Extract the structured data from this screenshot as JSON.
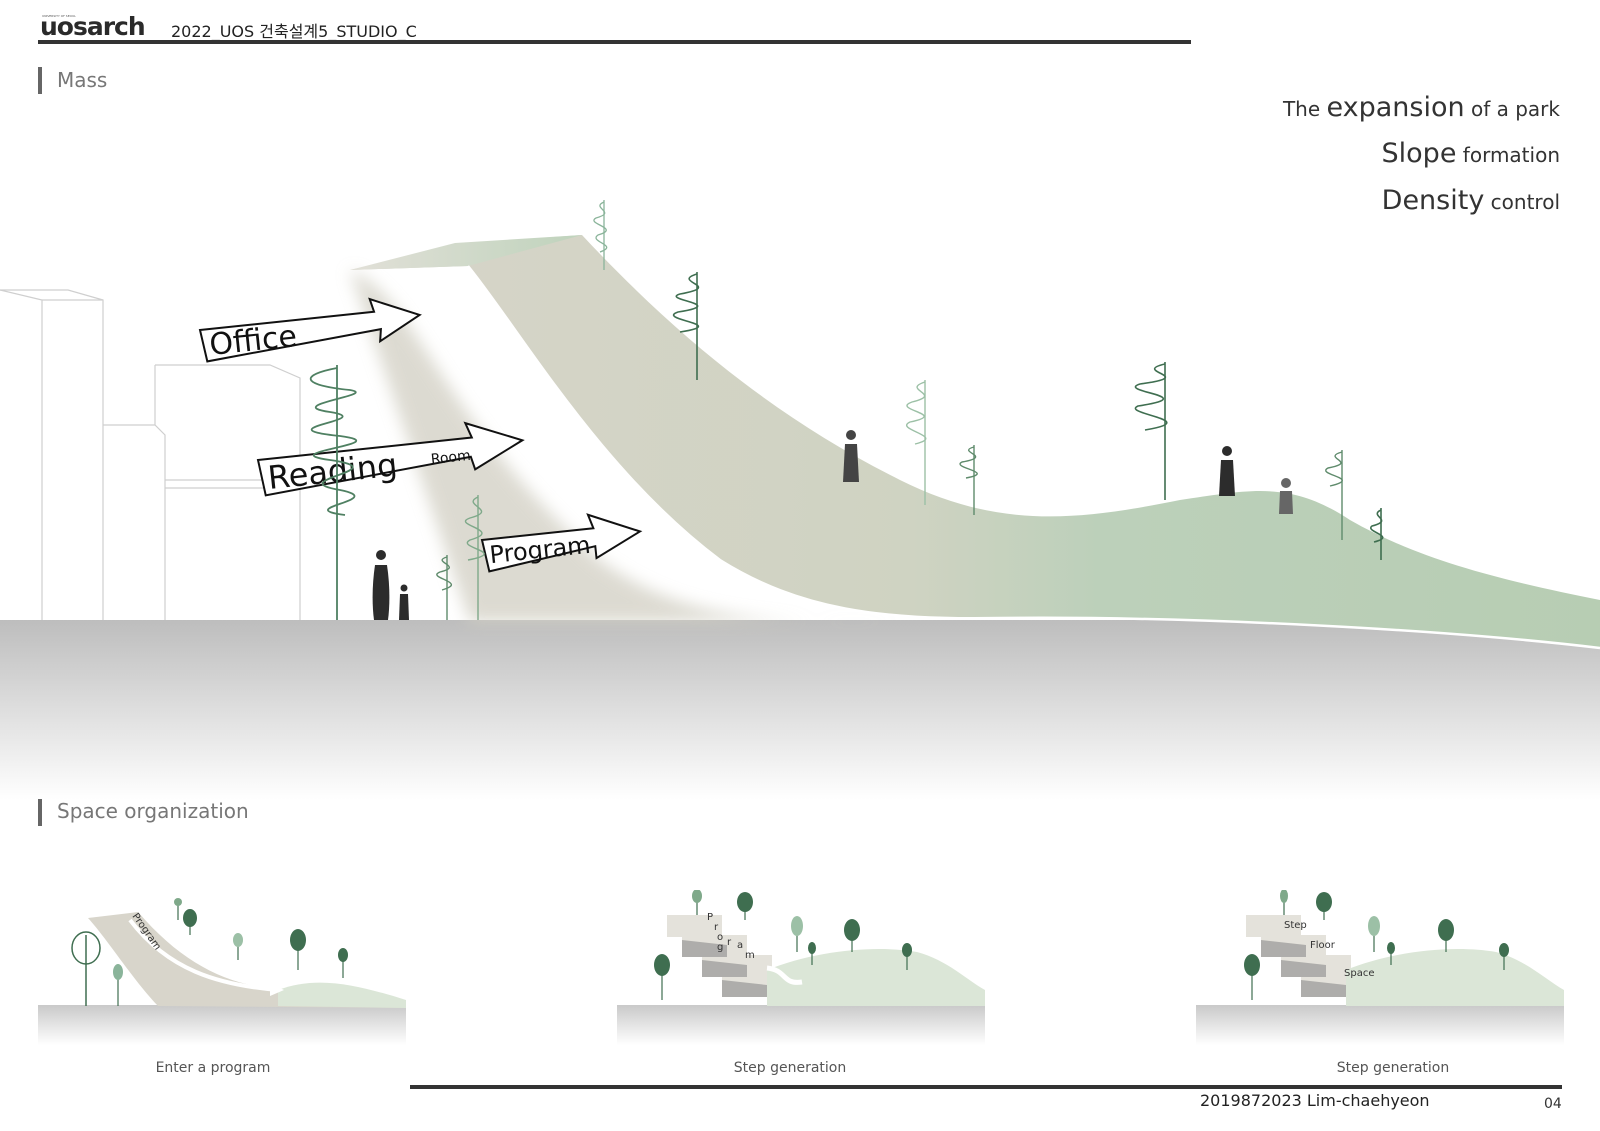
{
  "header": {
    "logo": "uosarch",
    "logo_small": "UNIVERSITY OF SEOUL",
    "title": "2022_UOS 건축설계5_STUDIO_C"
  },
  "sections": {
    "mass": "Mass",
    "space": "Space organization"
  },
  "concepts": [
    {
      "pre": "The ",
      "big": "expansion",
      "post": " of a park"
    },
    {
      "pre": "",
      "big": "Slope",
      "post": " formation"
    },
    {
      "pre": "",
      "big": "Density",
      "post": " control"
    }
  ],
  "mass_labels": {
    "office": "Office",
    "reading": "Reading",
    "room": "Room",
    "program": "Program"
  },
  "diagram_labels": {
    "d1_program": "Program",
    "d2_letters": [
      "P",
      "r",
      "o",
      "g",
      "r",
      "a",
      "m"
    ],
    "d3_step": "Step",
    "d3_floor": "Floor",
    "d3_space": "Space"
  },
  "captions": [
    "Enter a program",
    "Step generation",
    "Step generation"
  ],
  "footer": {
    "author": "2019872023 Lim-chaehyeon",
    "page": "04"
  },
  "colors": {
    "green": "#b8cfb5",
    "dark_green": "#4a7a58",
    "beige": "#d6d3c8",
    "rule": "#333333"
  }
}
